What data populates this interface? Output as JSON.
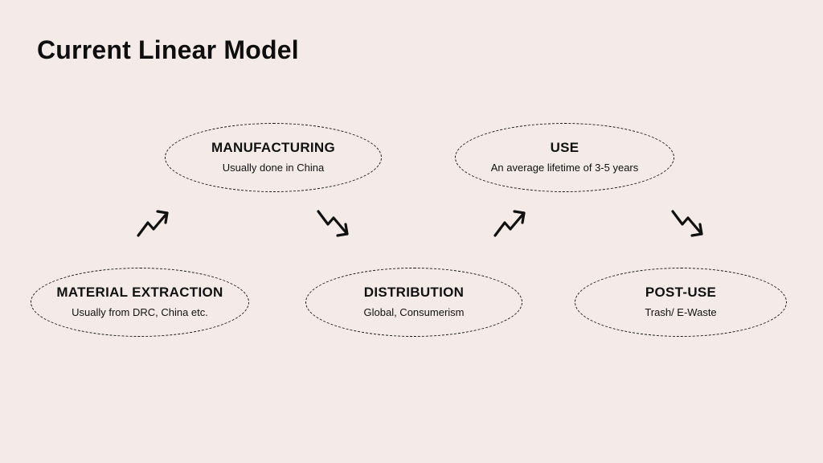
{
  "title": "Current Linear Model",
  "colors": {
    "background": "#f4ebe8",
    "ink": "#111111"
  },
  "stages": [
    {
      "id": "manufacturing",
      "label": "MANUFACTURING",
      "sublabel": "Usually done in China"
    },
    {
      "id": "use",
      "label": "USE",
      "sublabel": "An average lifetime of 3-5 years"
    },
    {
      "id": "material-extraction",
      "label": "MATERIAL EXTRACTION",
      "sublabel": "Usually from DRC, China etc."
    },
    {
      "id": "distribution",
      "label": "DISTRIBUTION",
      "sublabel": "Global, Consumerism"
    },
    {
      "id": "post-use",
      "label": "POST-USE",
      "sublabel": "Trash/ E-Waste"
    }
  ],
  "arrows": [
    {
      "from": "material-extraction",
      "to": "manufacturing",
      "direction": "up-right"
    },
    {
      "from": "manufacturing",
      "to": "distribution",
      "direction": "down-right"
    },
    {
      "from": "distribution",
      "to": "use",
      "direction": "up-right"
    },
    {
      "from": "use",
      "to": "post-use",
      "direction": "down-right"
    }
  ]
}
